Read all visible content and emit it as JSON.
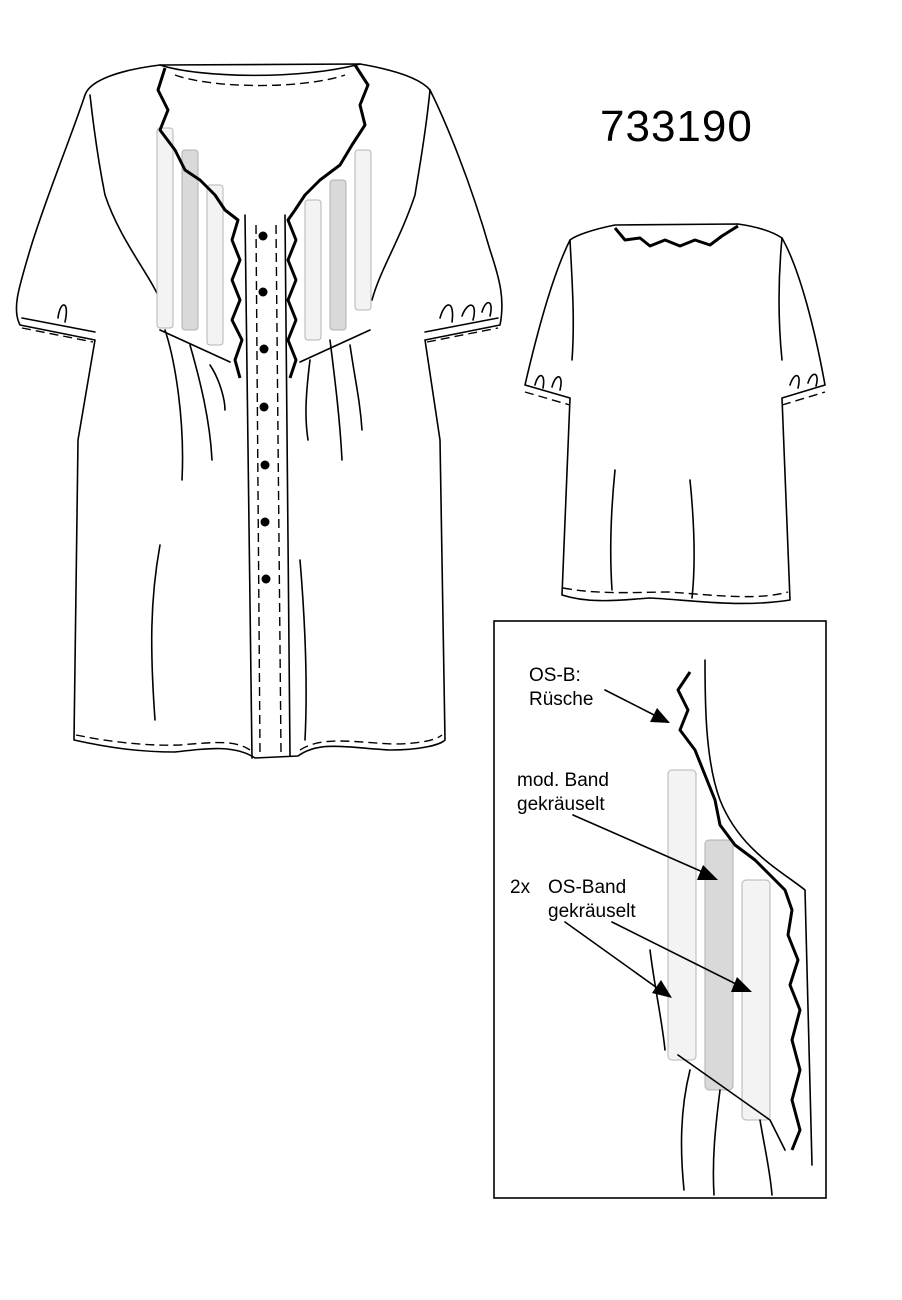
{
  "model_number": "733190",
  "detail_labels": {
    "ruffle_line1": "OS-B:",
    "ruffle_line2": "Rüsche",
    "band_line1": "mod. Band",
    "band_line2": "gekräuselt",
    "quantity": "2x",
    "os_band_line1": "OS-Band",
    "os_band_line2": "gekräuselt"
  },
  "colors": {
    "line": "#000000",
    "ribbon_grey": "#d9d9d9",
    "ribbon_light": "#f3f3f3"
  }
}
